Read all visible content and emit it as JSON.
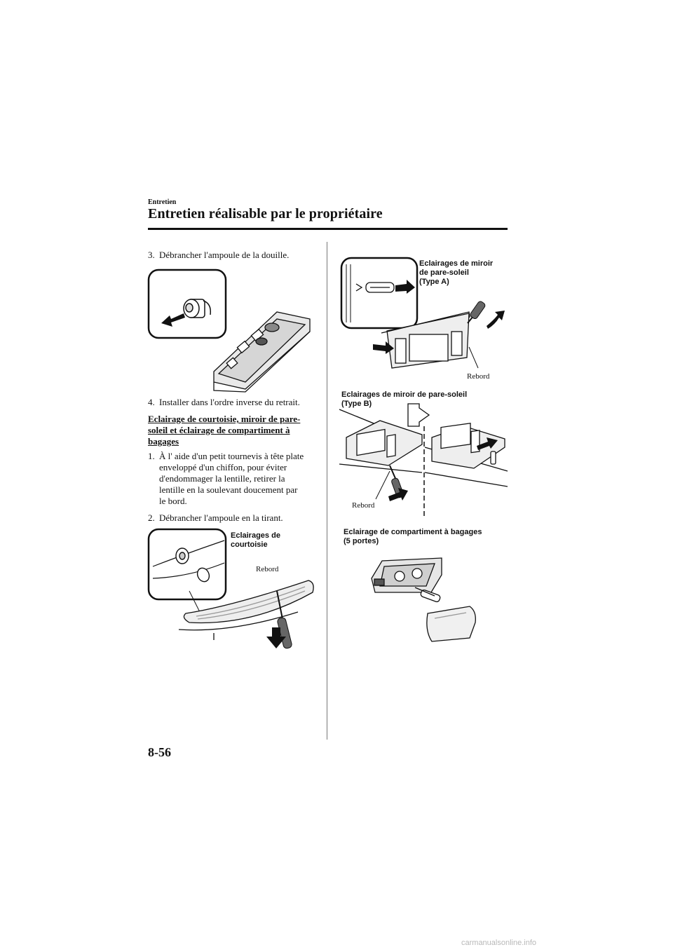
{
  "header": {
    "section": "Entretien",
    "title": "Entretien réalisable par le propriétaire"
  },
  "left_column": {
    "step3": {
      "num": "3.",
      "text": "Débrancher l'ampoule de la douille."
    },
    "step4": {
      "num": "4.",
      "text": "Installer dans l'ordre inverse du retrait."
    },
    "subheading": [
      "Eclairage de courtoisie, miroir de pare-",
      "soleil et éclairage de compartiment à",
      "bagages"
    ],
    "step1": {
      "num": "1.",
      "lines": [
        "À l' aide d'un petit tournevis à tête plate",
        "enveloppé d'un chiffon, pour éviter",
        "d'endommager la lentille, retirer la",
        "lentille en la soulevant doucement par",
        "le bord."
      ]
    },
    "step2": {
      "num": "2.",
      "text": "Débrancher l'ampoule en la tirant."
    },
    "fig_courtesy": {
      "label_lines": [
        "Eclairages de",
        "courtoisie"
      ],
      "rebord": "Rebord"
    }
  },
  "right_column": {
    "fig_type_a": {
      "label_lines": [
        "Eclairages de miroir",
        "de pare-soleil",
        "(Type A)"
      ],
      "rebord": "Rebord"
    },
    "fig_type_b": {
      "label_lines": [
        "Eclairages de miroir de pare-soleil",
        "(Type B)"
      ],
      "rebord": "Rebord"
    },
    "fig_cargo": {
      "label_lines": [
        "Eclairage de compartiment à bagages",
        "(5 portes)"
      ]
    }
  },
  "footer": {
    "page_number": "8-56",
    "watermark": "carmanualsonline.info"
  }
}
